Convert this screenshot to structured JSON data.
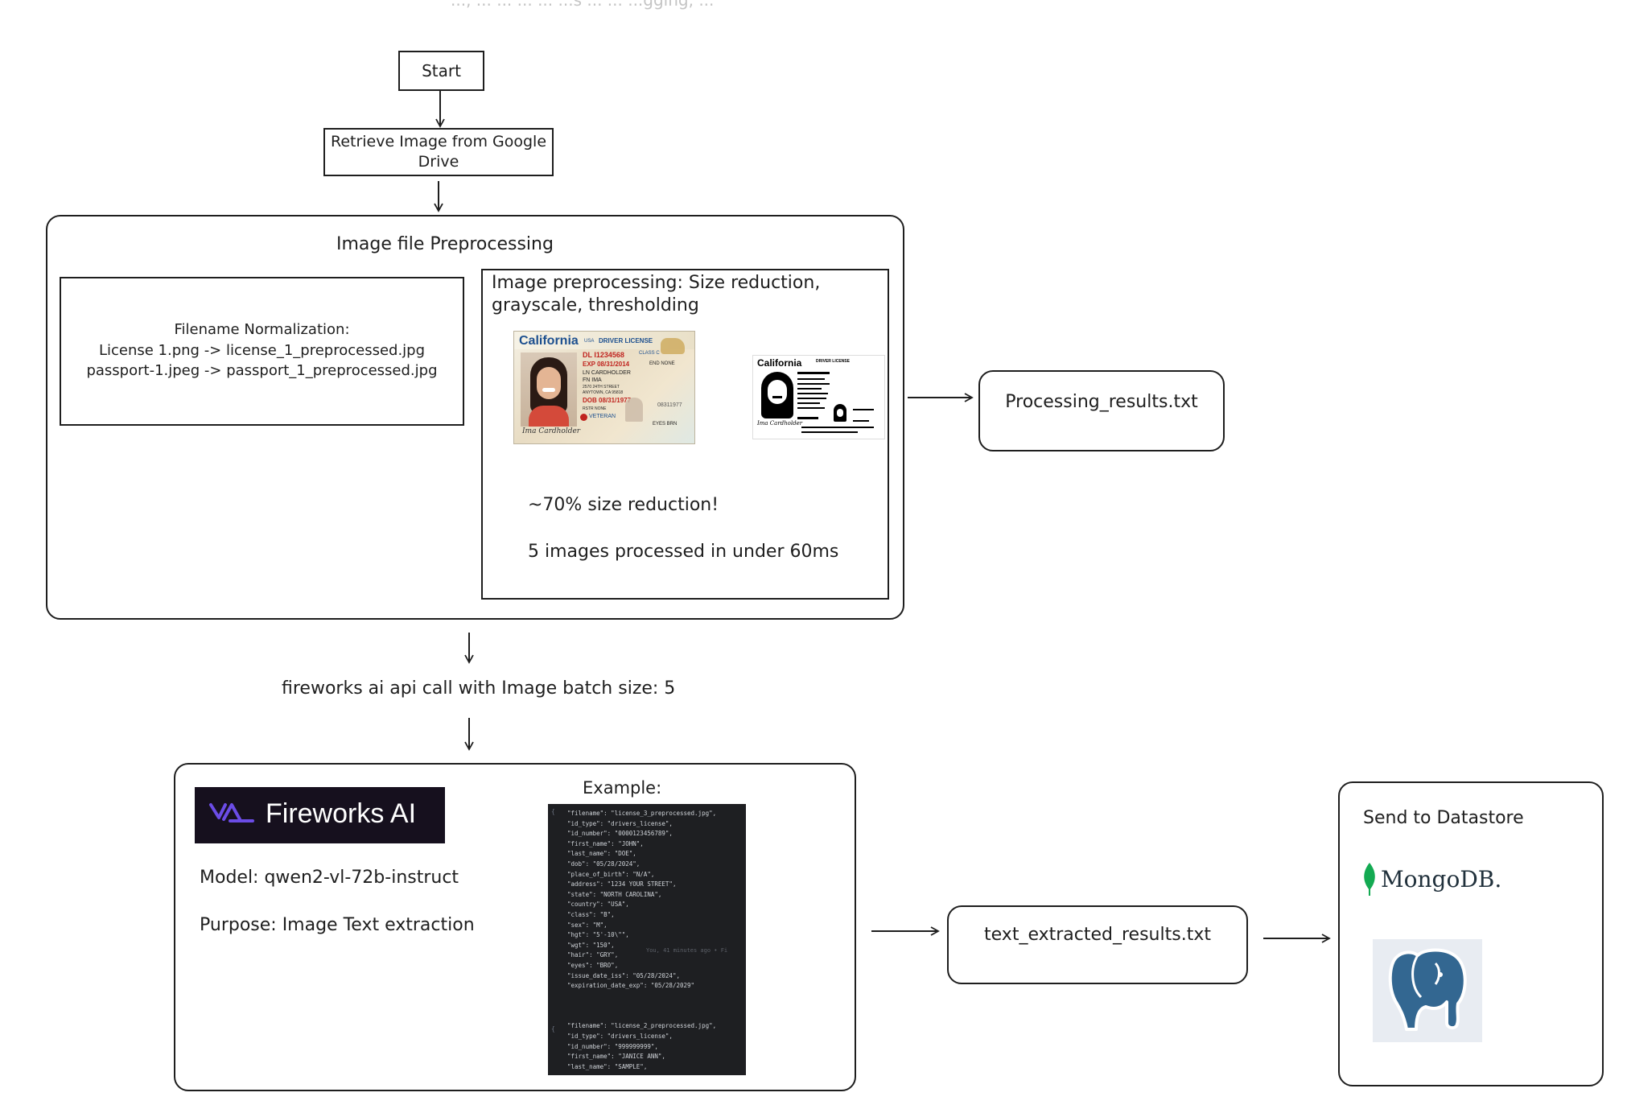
{
  "header_fragment": "..., ... ... ... ... ...s ... ... ...gging, ...",
  "start_label": "Start",
  "retrieve": {
    "line1": "Retrieve Image from Google",
    "line2": "Drive"
  },
  "preproc": {
    "title": "Image file Preprocessing",
    "normalization": {
      "title": "Filename Normalization:",
      "line1": "License 1.png -> license_1_preprocessed.jpg",
      "line2": "passport-1.jpeg -> passport_1_preprocessed.jpg"
    },
    "image_pre": {
      "line1": "Image preprocessing: Size reduction,",
      "line2": "grayscale, thresholding",
      "stat1": "~70% size reduction!",
      "stat2": "5 images processed in under 60ms"
    },
    "license": {
      "state": "California",
      "usa": "USA",
      "type": "DRIVER LICENSE",
      "class": "CLASS C",
      "dl": "DL I1234568",
      "exp": "EXP 08/31/2014",
      "ln": "LN CARDHOLDER",
      "fn": "FN IMA",
      "addr1": "2570 24TH STREET",
      "addr2": "ANYTOWN, CA 95818",
      "dob": "DOB 08/31/1977",
      "rstr": "RSTR NONE",
      "end": "END NONE",
      "veteran": "VETERAN",
      "num": "08311977",
      "eyes": "EYES BRN",
      "sig": "Ima Cardholder"
    }
  },
  "processing_results": "Processing_results.txt",
  "api_call": "fireworks ai api call with Image batch size: 5",
  "fireworks": {
    "logo_text": "Fireworks AI",
    "model": "Model: qwen2-vl-72b-instruct",
    "purpose": "Purpose: Image Text extraction",
    "example_title": "Example:",
    "code_lines": [
      "\"filename\": \"license_3_preprocessed.jpg\",",
      "\"id_type\": \"drivers_license\",",
      "\"id_number\": \"0000123456789\",",
      "\"first_name\": \"JOHN\",",
      "\"last_name\": \"DOE\",",
      "\"dob\": \"05/28/2024\",",
      "\"place_of_birth\": \"N/A\",",
      "\"address\": \"1234 YOUR STREET\",",
      "\"state\": \"NORTH CAROLINA\",",
      "\"country\": \"USA\",",
      "\"class\": \"B\",",
      "\"sex\": \"M\",",
      "\"hgt\": \"5'-10\\\"\",",
      "\"wgt\": \"150\",",
      "\"hair\": \"GRY\",",
      "\"eyes\": \"BRO\",",
      "\"issue_date_iss\": \"05/28/2024\",",
      "\"expiration_date_exp\": \"05/28/2029\"",
      "",
      "",
      "",
      "\"filename\": \"license_2_preprocessed.jpg\",",
      "\"id_type\": \"drivers_license\",",
      "\"id_number\": \"999999999\",",
      "\"first_name\": \"JANICE ANN\",",
      "\"last_name\": \"SAMPLE\","
    ],
    "blame": "You, 41 minutes ago • Fi"
  },
  "text_extracted": "text_extracted_results.txt",
  "datastore": {
    "title": "Send to Datastore",
    "mongo": "MongoDB."
  },
  "colors": {
    "stroke": "#1e1e1e",
    "fireworks_bg": "#16101e",
    "fireworks_purple": "#6b4ce6",
    "mongo_green": "#13aa52",
    "pg_blue": "#336791",
    "pg_bg": "#e8ecf2",
    "code_bg": "#1e1f22"
  }
}
